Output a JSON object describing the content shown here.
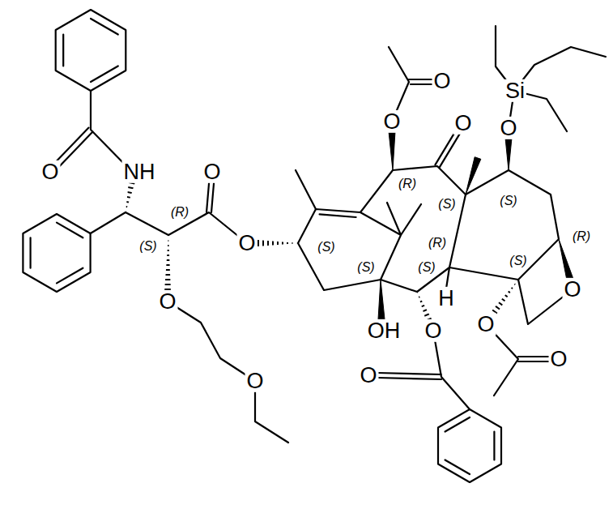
{
  "diagram": {
    "labels": [
      "O",
      "NH",
      "O",
      "(S)",
      "(R)",
      "O",
      "O",
      "O",
      "O",
      "O",
      "O",
      "Si",
      "O",
      "(R)",
      "(S)",
      "(S)",
      "(R)",
      "(S)",
      "(R)",
      "(S)",
      "(S)",
      "(S)",
      "H",
      "O",
      "OH",
      "O",
      "O",
      "O",
      "O"
    ]
  }
}
